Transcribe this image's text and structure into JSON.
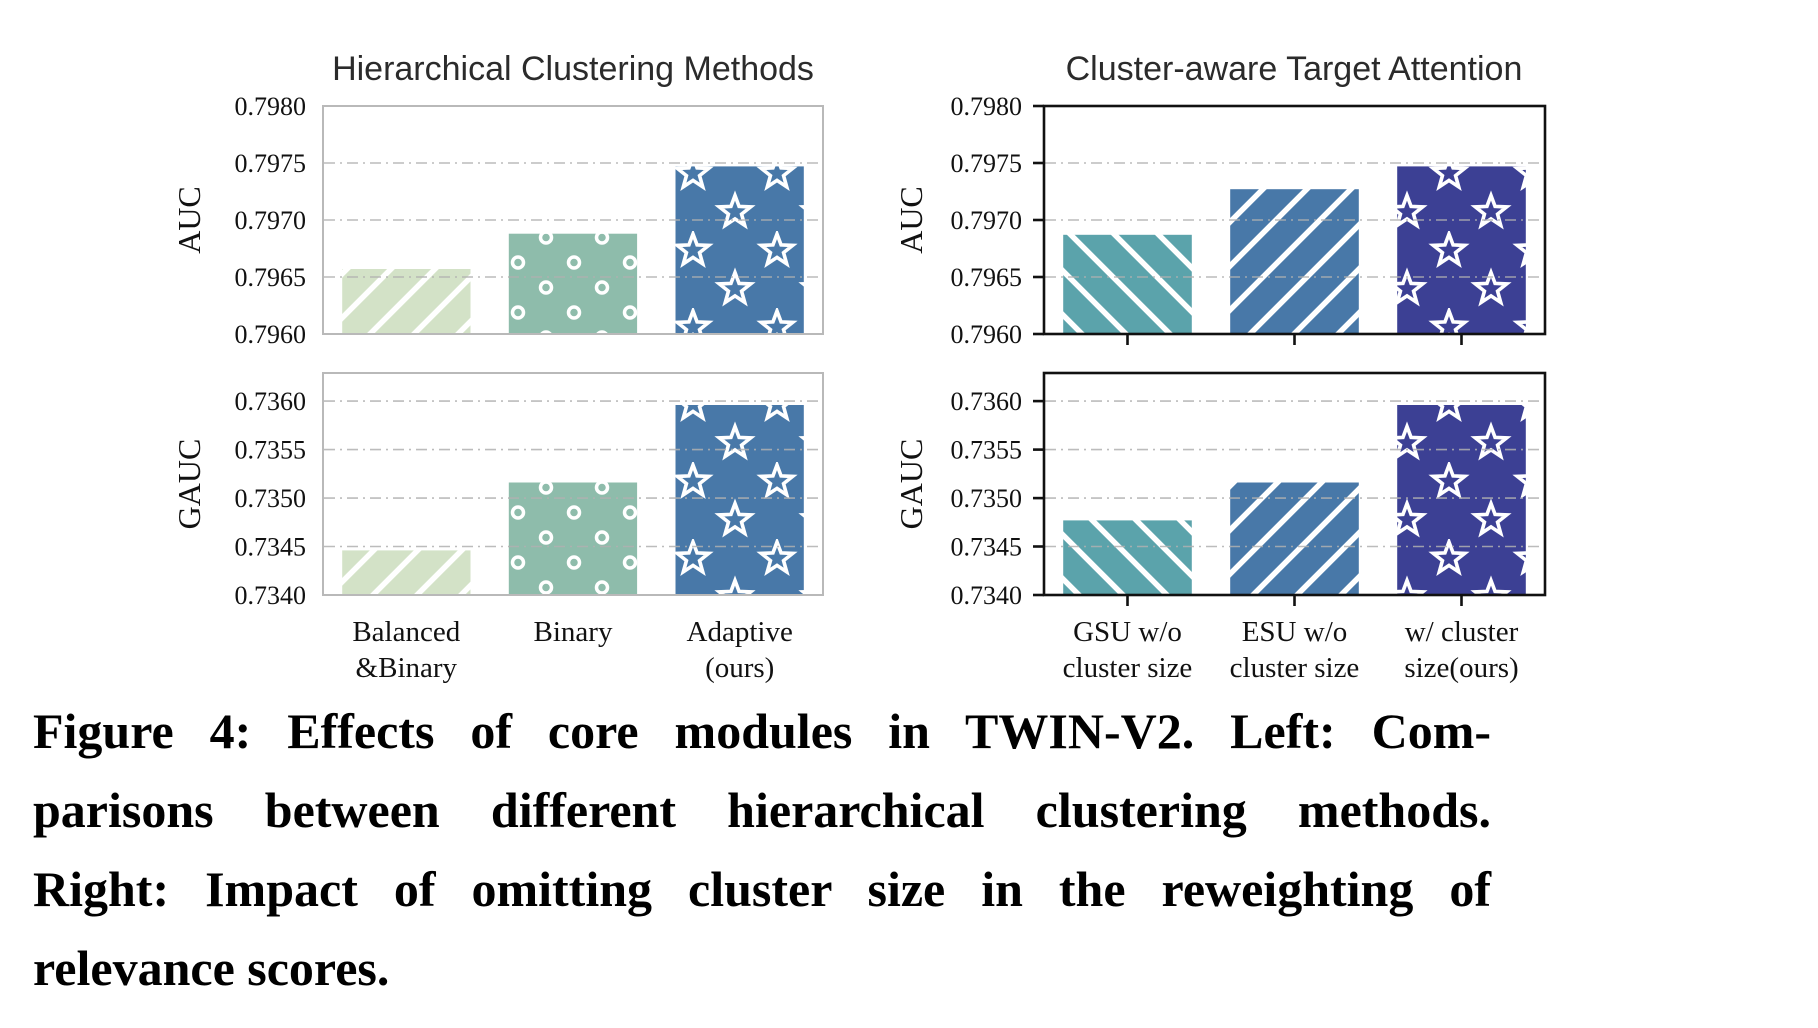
{
  "page": {
    "background": "#ffffff"
  },
  "chart_data": [
    {
      "key": "hierarchical-clustering-auc",
      "type": "bar",
      "title": "Hierarchical Clustering Methods",
      "xlabel": "",
      "ylabel": "AUC",
      "ylim": [
        0.796,
        0.798
      ],
      "yticks": [
        0.798,
        0.7975,
        0.797,
        0.7965,
        0.796
      ],
      "tick_decimals": 4,
      "grid": "horizontal dash-dot",
      "legend": "none",
      "categories": [
        [
          "Balanced",
          "&Binary"
        ],
        [
          "Binary"
        ],
        [
          "Adaptive",
          "(ours)"
        ]
      ],
      "show_category_labels": false,
      "values": [
        0.79657,
        0.79688,
        0.79747
      ],
      "bar_colors": [
        "#d3e2c7",
        "#8ebcab",
        "#4878a8"
      ],
      "bar_hatches": [
        "diagonal-forward",
        "circles",
        "stars"
      ],
      "spine_style": "light-gray-no-ticks"
    },
    {
      "key": "cluster-aware-target-attention-auc",
      "type": "bar",
      "title": "Cluster-aware Target Attention",
      "xlabel": "",
      "ylabel": "AUC",
      "ylim": [
        0.796,
        0.798
      ],
      "yticks": [
        0.798,
        0.7975,
        0.797,
        0.7965,
        0.796
      ],
      "tick_decimals": 4,
      "grid": "horizontal dash-dot",
      "legend": "none",
      "categories": [
        [
          "GSU w/o",
          "cluster size"
        ],
        [
          "ESU w/o",
          "cluster size"
        ],
        [
          "w/ cluster",
          "size(ours)"
        ]
      ],
      "show_category_labels": false,
      "values": [
        0.79687,
        0.79727,
        0.79747
      ],
      "bar_colors": [
        "#5ba3ab",
        "#4878a8",
        "#3c4094"
      ],
      "bar_hatches": [
        "diagonal-back",
        "diagonal-forward",
        "stars"
      ],
      "spine_style": "black-with-ticks"
    },
    {
      "key": "hierarchical-clustering-gauc",
      "type": "bar",
      "title": "",
      "xlabel": "",
      "ylabel": "GAUC",
      "ylim": [
        0.734,
        0.73629
      ],
      "yticks": [
        0.736,
        0.7355,
        0.735,
        0.7345,
        0.734
      ],
      "tick_decimals": 4,
      "grid": "horizontal dash-dot",
      "legend": "none",
      "categories": [
        [
          "Balanced",
          "&Binary"
        ],
        [
          "Binary"
        ],
        [
          "Adaptive",
          "(ours)"
        ]
      ],
      "show_category_labels": true,
      "values": [
        0.73446,
        0.73516,
        0.73596
      ],
      "bar_colors": [
        "#d3e2c7",
        "#8ebcab",
        "#4878a8"
      ],
      "bar_hatches": [
        "diagonal-forward",
        "circles",
        "stars"
      ],
      "spine_style": "light-gray-no-ticks"
    },
    {
      "key": "cluster-aware-target-attention-gauc",
      "type": "bar",
      "title": "",
      "xlabel": "",
      "ylabel": "GAUC",
      "ylim": [
        0.734,
        0.73629
      ],
      "yticks": [
        0.736,
        0.7355,
        0.735,
        0.7345,
        0.734
      ],
      "tick_decimals": 4,
      "grid": "horizontal dash-dot",
      "legend": "none",
      "categories": [
        [
          "GSU w/o",
          "cluster size"
        ],
        [
          "ESU w/o",
          "cluster size"
        ],
        [
          "w/ cluster",
          "size(ours)"
        ]
      ],
      "show_category_labels": true,
      "values": [
        0.73477,
        0.73516,
        0.73596
      ],
      "bar_colors": [
        "#5ba3ab",
        "#4878a8",
        "#3c4094"
      ],
      "bar_hatches": [
        "diagonal-back",
        "diagonal-forward",
        "stars"
      ],
      "spine_style": "black-with-ticks"
    }
  ],
  "caption": {
    "lines": [
      "Figure 4: Effects of core modules in TWIN-V2. Left: Com-",
      "parisons between different hierarchical clustering methods.",
      "Right: Impact of omitting cluster size in the reweighting of",
      "relevance scores."
    ]
  }
}
